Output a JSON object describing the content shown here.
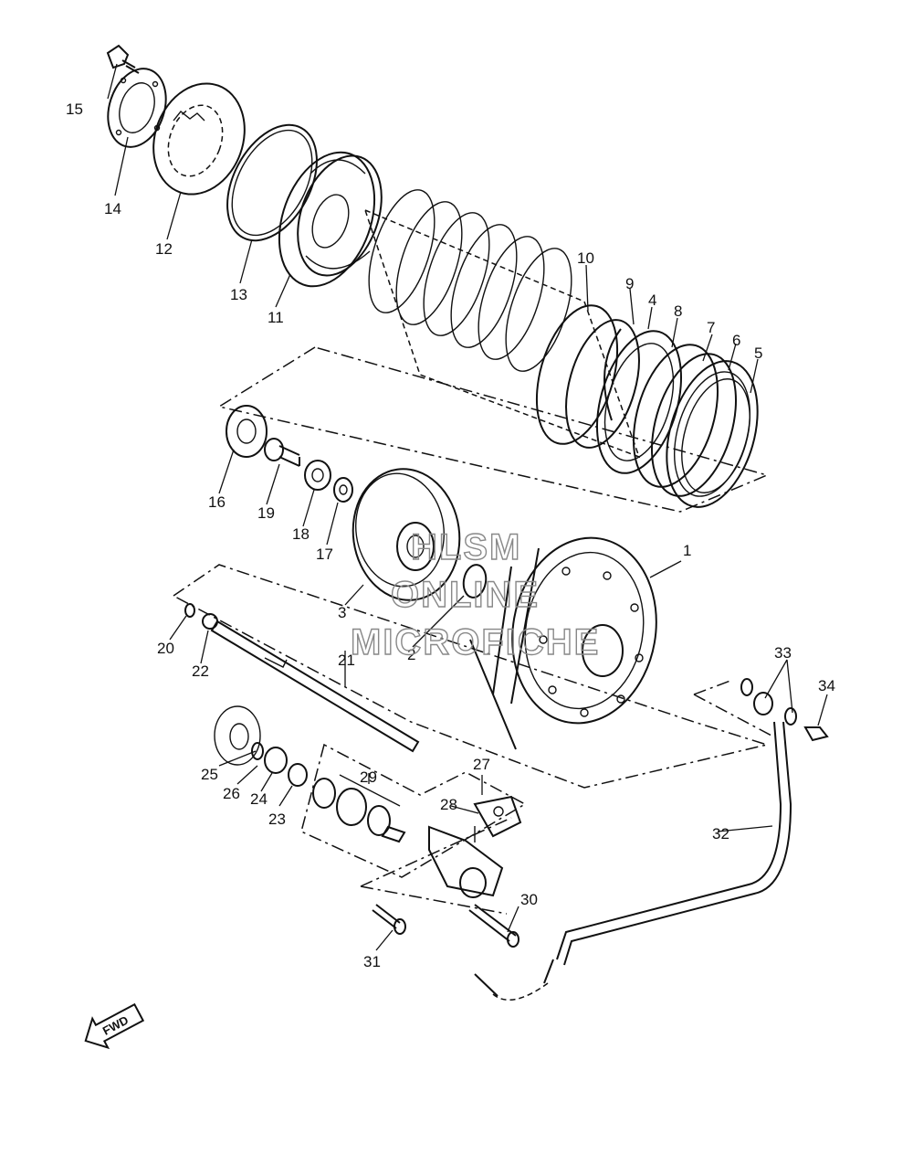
{
  "callouts": {
    "p1": "1",
    "p2": "2",
    "p3": "3",
    "p4": "4",
    "p5": "5",
    "p6": "6",
    "p7": "7",
    "p8": "8",
    "p9": "9",
    "p10": "10",
    "p11": "11",
    "p12": "12",
    "p13": "13",
    "p14": "14",
    "p15": "15",
    "p16": "16",
    "p17": "17",
    "p18": "18",
    "p19": "19",
    "p20": "20",
    "p21": "21",
    "p22": "22",
    "p23": "23",
    "p24": "24",
    "p25": "25",
    "p26": "26",
    "p27": "27",
    "p28": "28",
    "p29": "29",
    "p30": "30",
    "p31": "31",
    "p32": "32",
    "p33": "33",
    "p34": "34"
  },
  "watermark": {
    "line1": "HLSM",
    "line2": "ONLINE",
    "line3": "MICROFICHE"
  },
  "direction_arrow": {
    "label": "FWD",
    "icon": "forward-arrow-icon"
  },
  "colors": {
    "line": "#111111",
    "background": "#ffffff",
    "watermark": "#888888"
  }
}
